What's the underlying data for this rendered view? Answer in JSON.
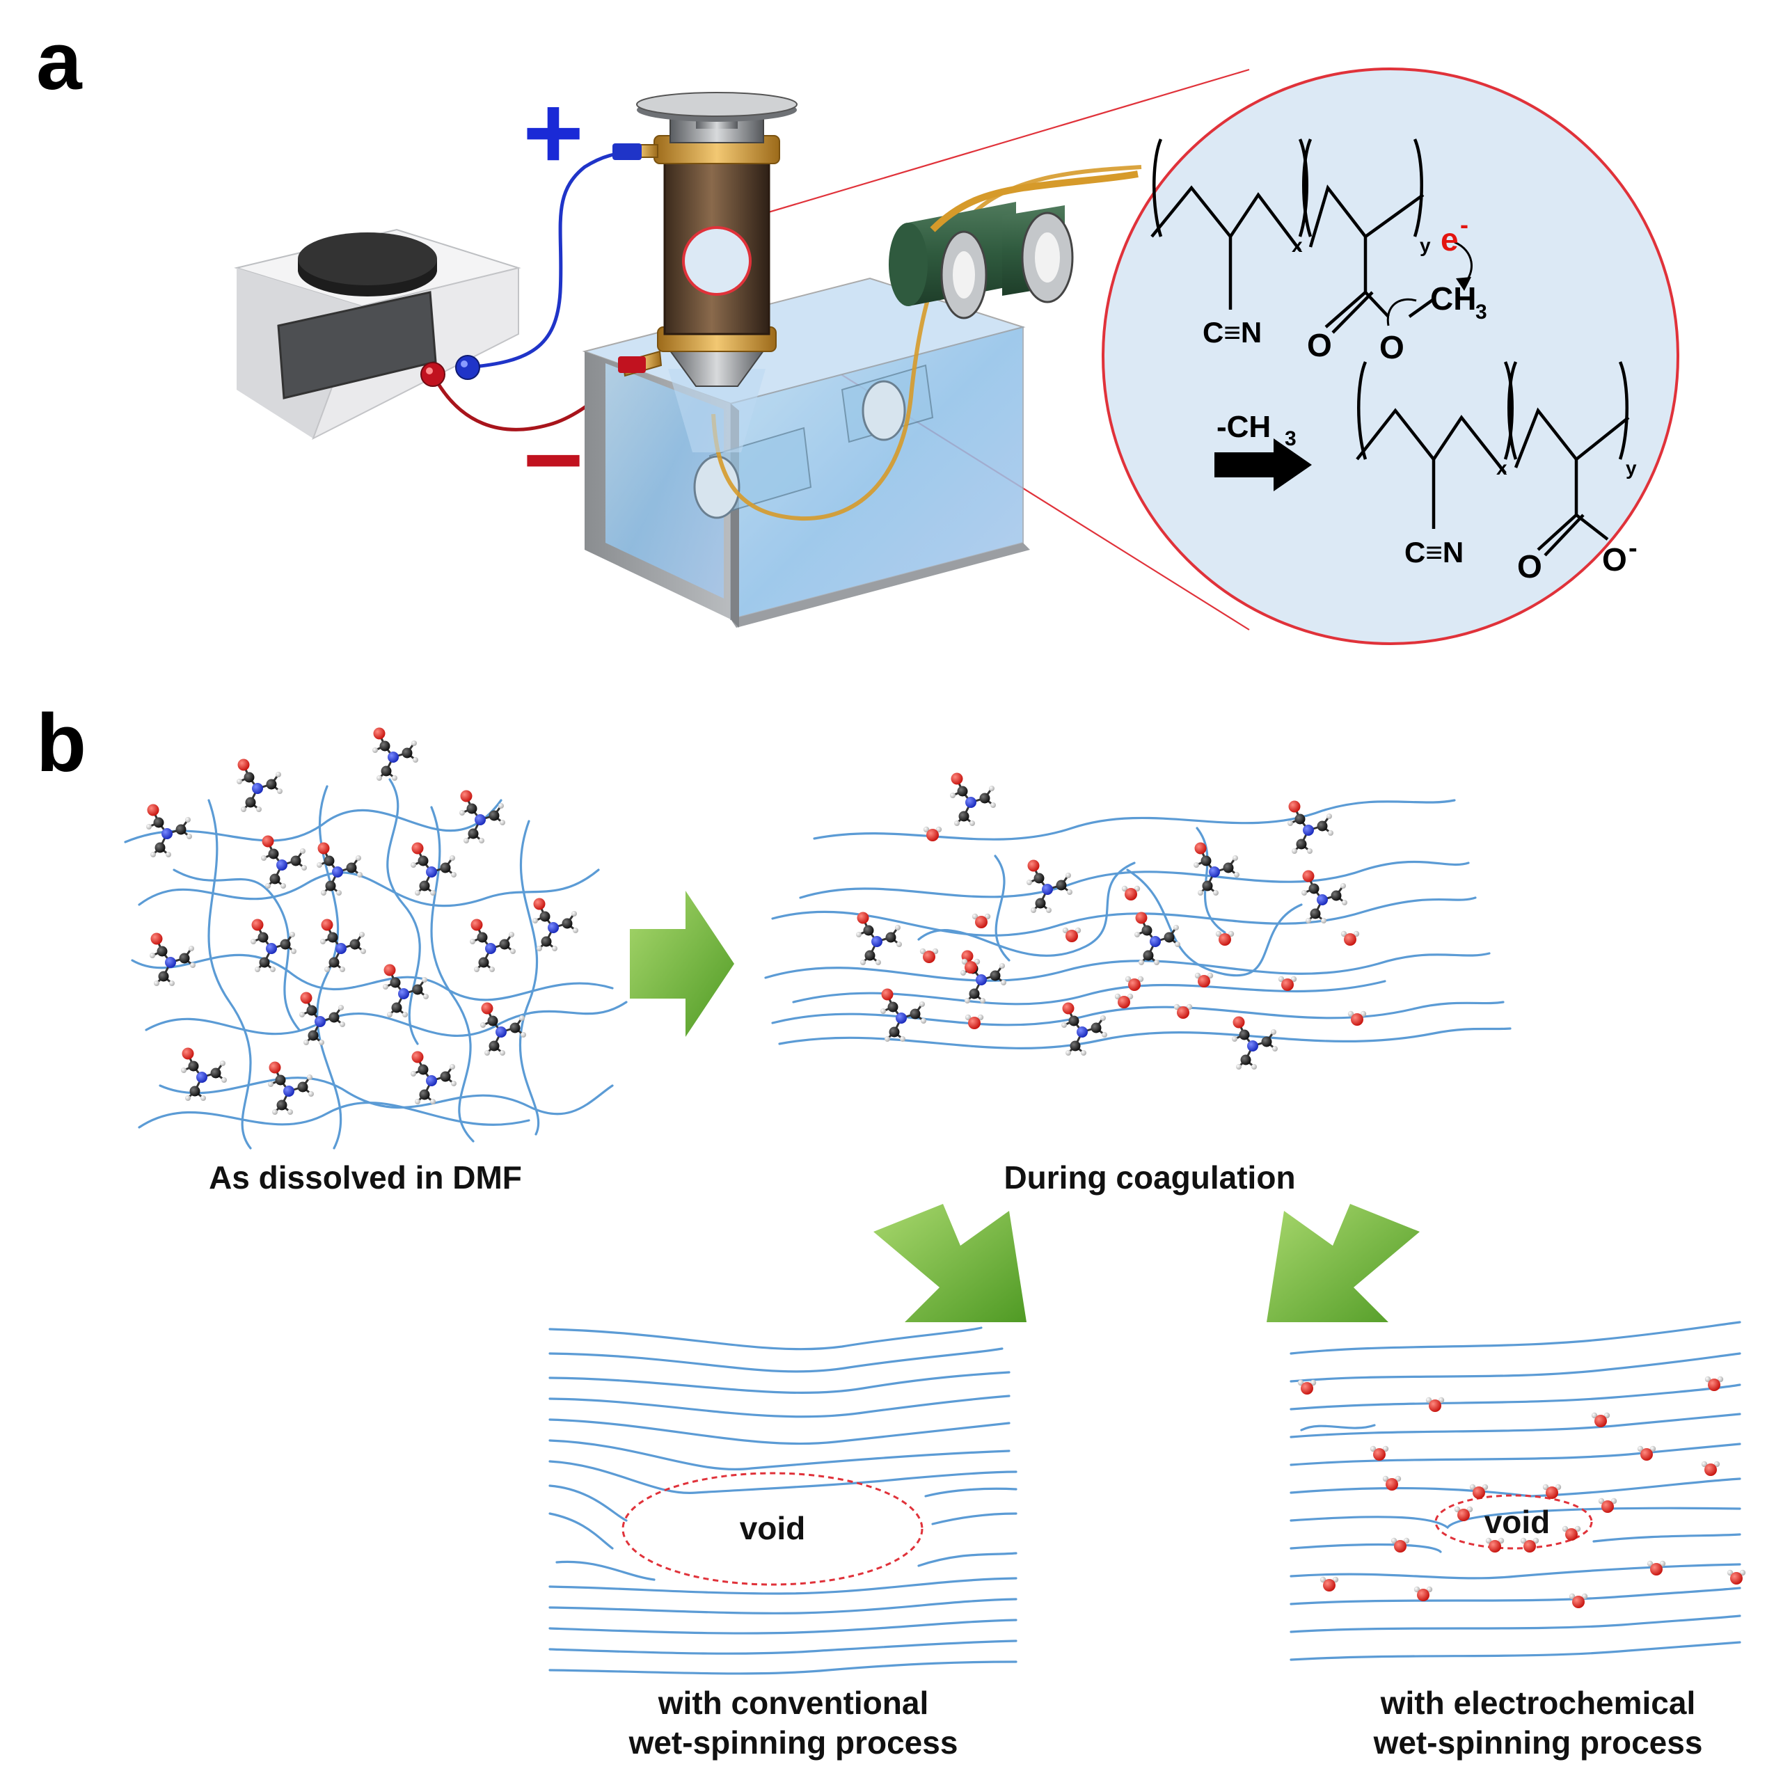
{
  "panels": {
    "a": {
      "label": "a",
      "plus_sign": "+",
      "minus_sign": "−",
      "chemistry": {
        "electron": "e",
        "electron_charge": "-",
        "methyl_top": "CH",
        "methyl_top_sub": "3",
        "nitrile_top": "C≡N",
        "oxygen_1": "O",
        "oxygen_2": "O",
        "sub_x": "x",
        "sub_y": "y",
        "leaving_group": "-CH",
        "leaving_group_sub": "3",
        "nitrile_bottom": "C≡N",
        "oxygen_3": "O",
        "oxygen_4": "O",
        "anion_charge": "-"
      }
    },
    "b": {
      "label": "b",
      "caption_dissolved": "As dissolved in DMF",
      "caption_coagulation": "During coagulation",
      "void_label_conventional": "void",
      "void_label_electrochemical": "void",
      "caption_conventional_1": "with conventional",
      "caption_conventional_2": "wet-spinning process",
      "caption_electrochemical_1": "with electrochemical",
      "caption_electrochemical_2": "wet-spinning process"
    }
  },
  "colors": {
    "positive": "#1a2ad6",
    "negative": "#c1121f",
    "fiber": "#5b9bd5",
    "oxygen": "#e3140f",
    "nitrogen": "#2136e0",
    "carbon": "#111111",
    "arrow_green": "#7cc243",
    "zoom_fill": "#dce9f5",
    "zoom_border": "#e0323a"
  }
}
